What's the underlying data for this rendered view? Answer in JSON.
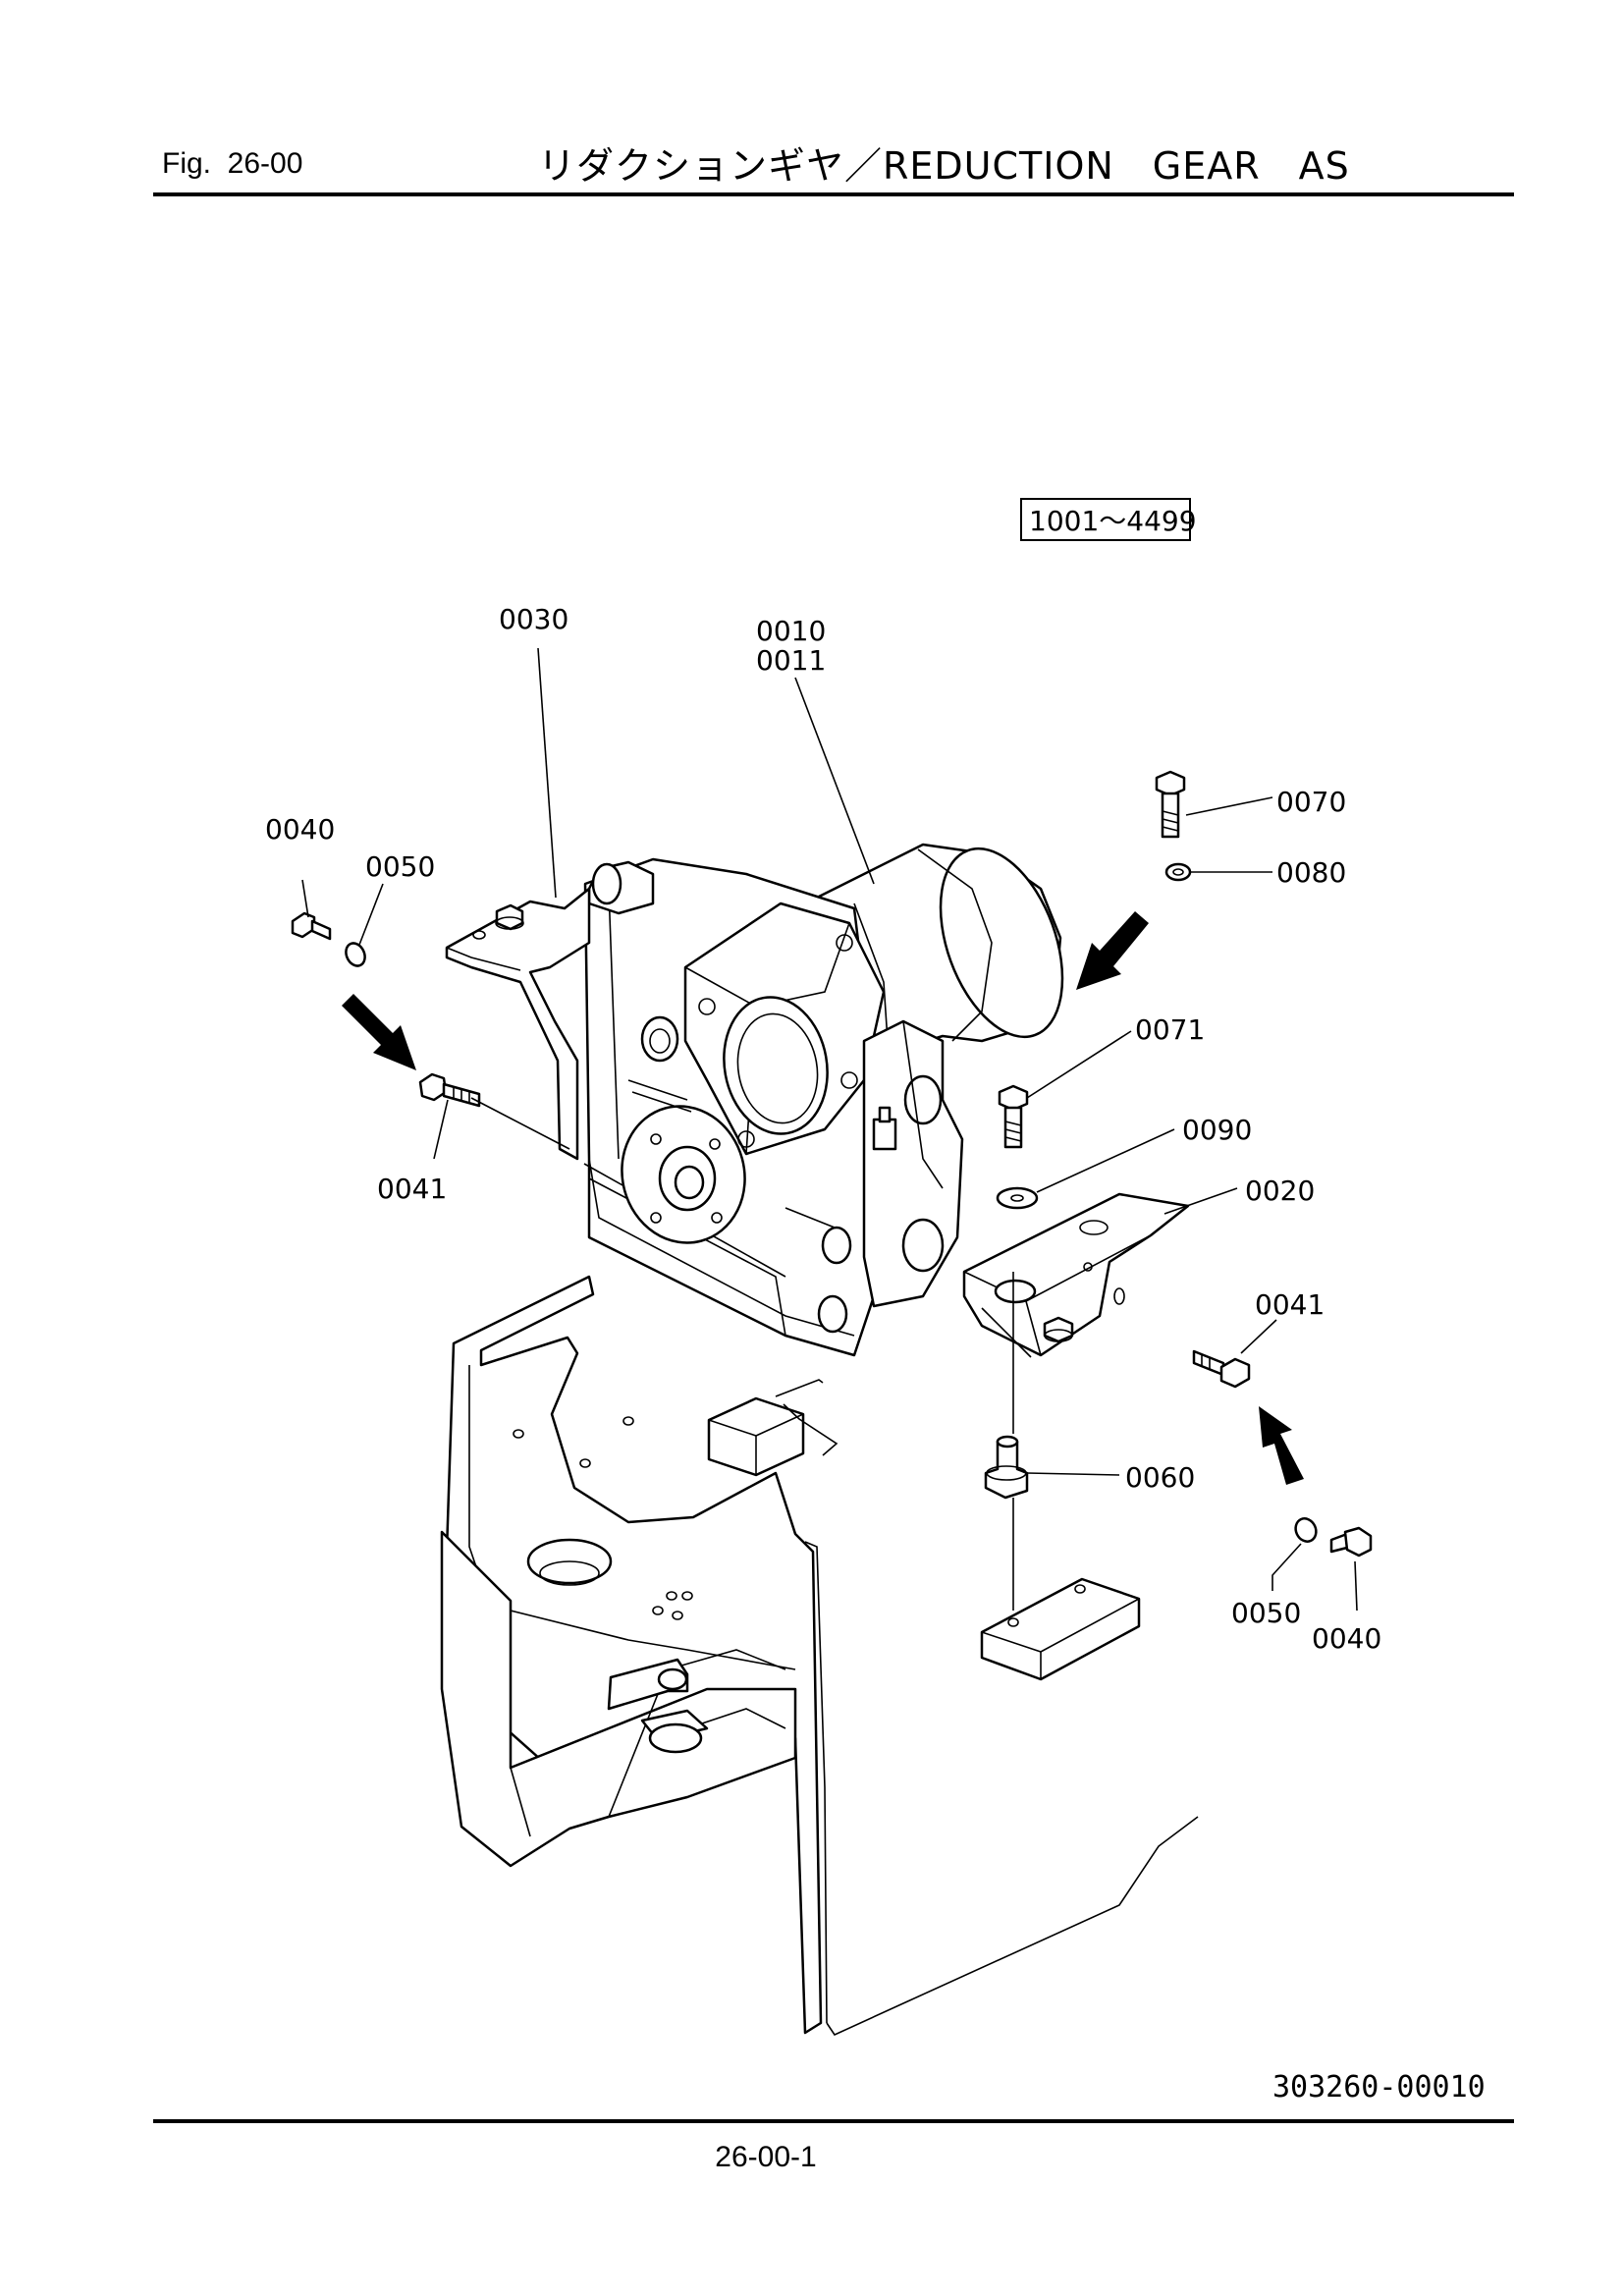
{
  "header": {
    "fig_label": "Fig.  26-00",
    "title": "リダクションギヤ／REDUCTION　GEAR　AS"
  },
  "serial_range": "1001～4499",
  "callouts": {
    "c0030": "0030",
    "c0010": "0010",
    "c0011": "0011",
    "c0040_left": "0040",
    "c0050_left": "0050",
    "c0041_left": "0041",
    "c0070": "0070",
    "c0080": "0080",
    "c0071": "0071",
    "c0090": "0090",
    "c0020": "0020",
    "c0041_right": "0041",
    "c0060": "0060",
    "c0050_right": "0050",
    "c0040_right": "0040"
  },
  "document_number": "303260-00010",
  "page_number": "26-00-1"
}
